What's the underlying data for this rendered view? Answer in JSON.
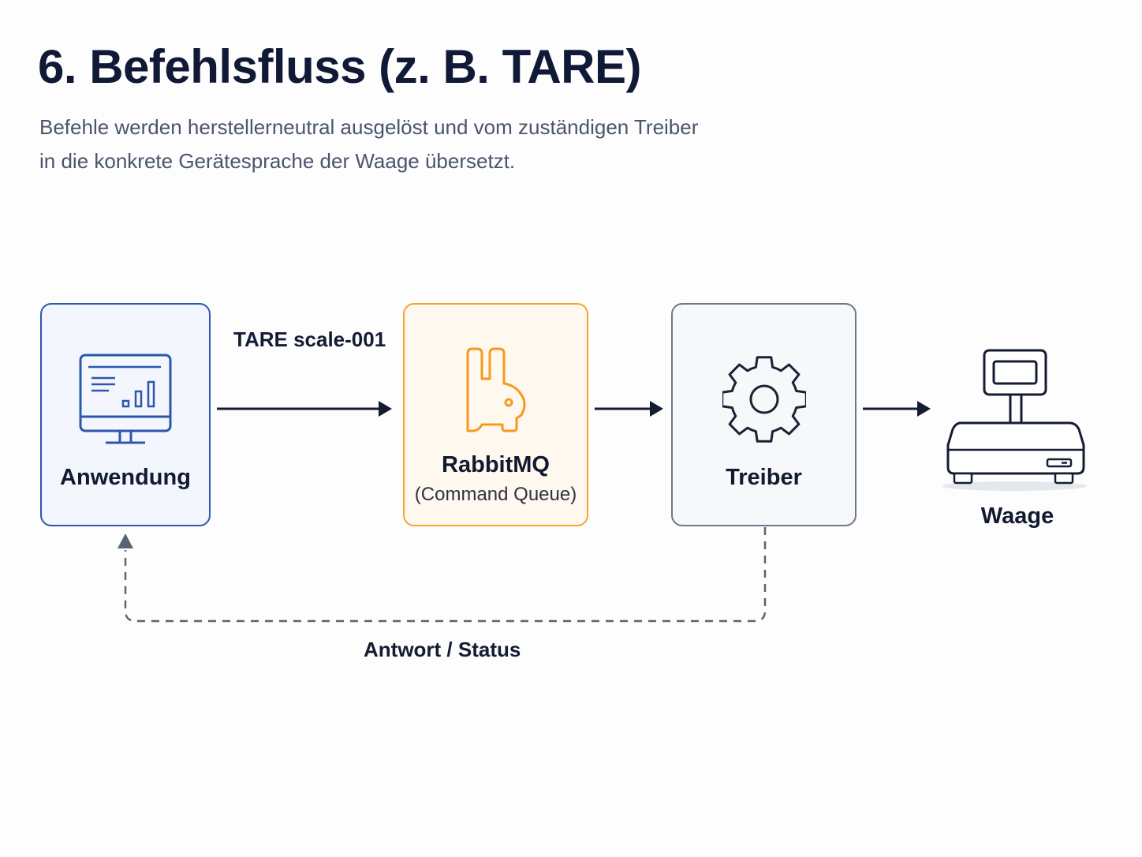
{
  "header": {
    "title": "6. Befehlsfluss (z. B. TARE)",
    "subtitle_line1": "Befehle werden herstellerneutral ausgelöst und vom zuständigen Treiber",
    "subtitle_line2": "in die konkrete Gerätesprache der Waage übersetzt."
  },
  "nodes": {
    "app": {
      "label": "Anwendung",
      "icon": "monitor-chart-icon",
      "color": "#2c57ad"
    },
    "mq": {
      "label": "RabbitMQ",
      "sublabel": "(Command Queue)",
      "icon": "rabbit-icon",
      "color": "#f6a531"
    },
    "driver": {
      "label": "Treiber",
      "icon": "gear-icon",
      "color": "#6e7889"
    },
    "scale": {
      "label": "Waage",
      "icon": "weighing-scale-icon"
    }
  },
  "edges": {
    "command": {
      "label": "TARE scale-001"
    },
    "response": {
      "label": "Antwort / Status"
    }
  },
  "colors": {
    "arrow": "#141c33",
    "dashed_return": "#5a6374"
  }
}
